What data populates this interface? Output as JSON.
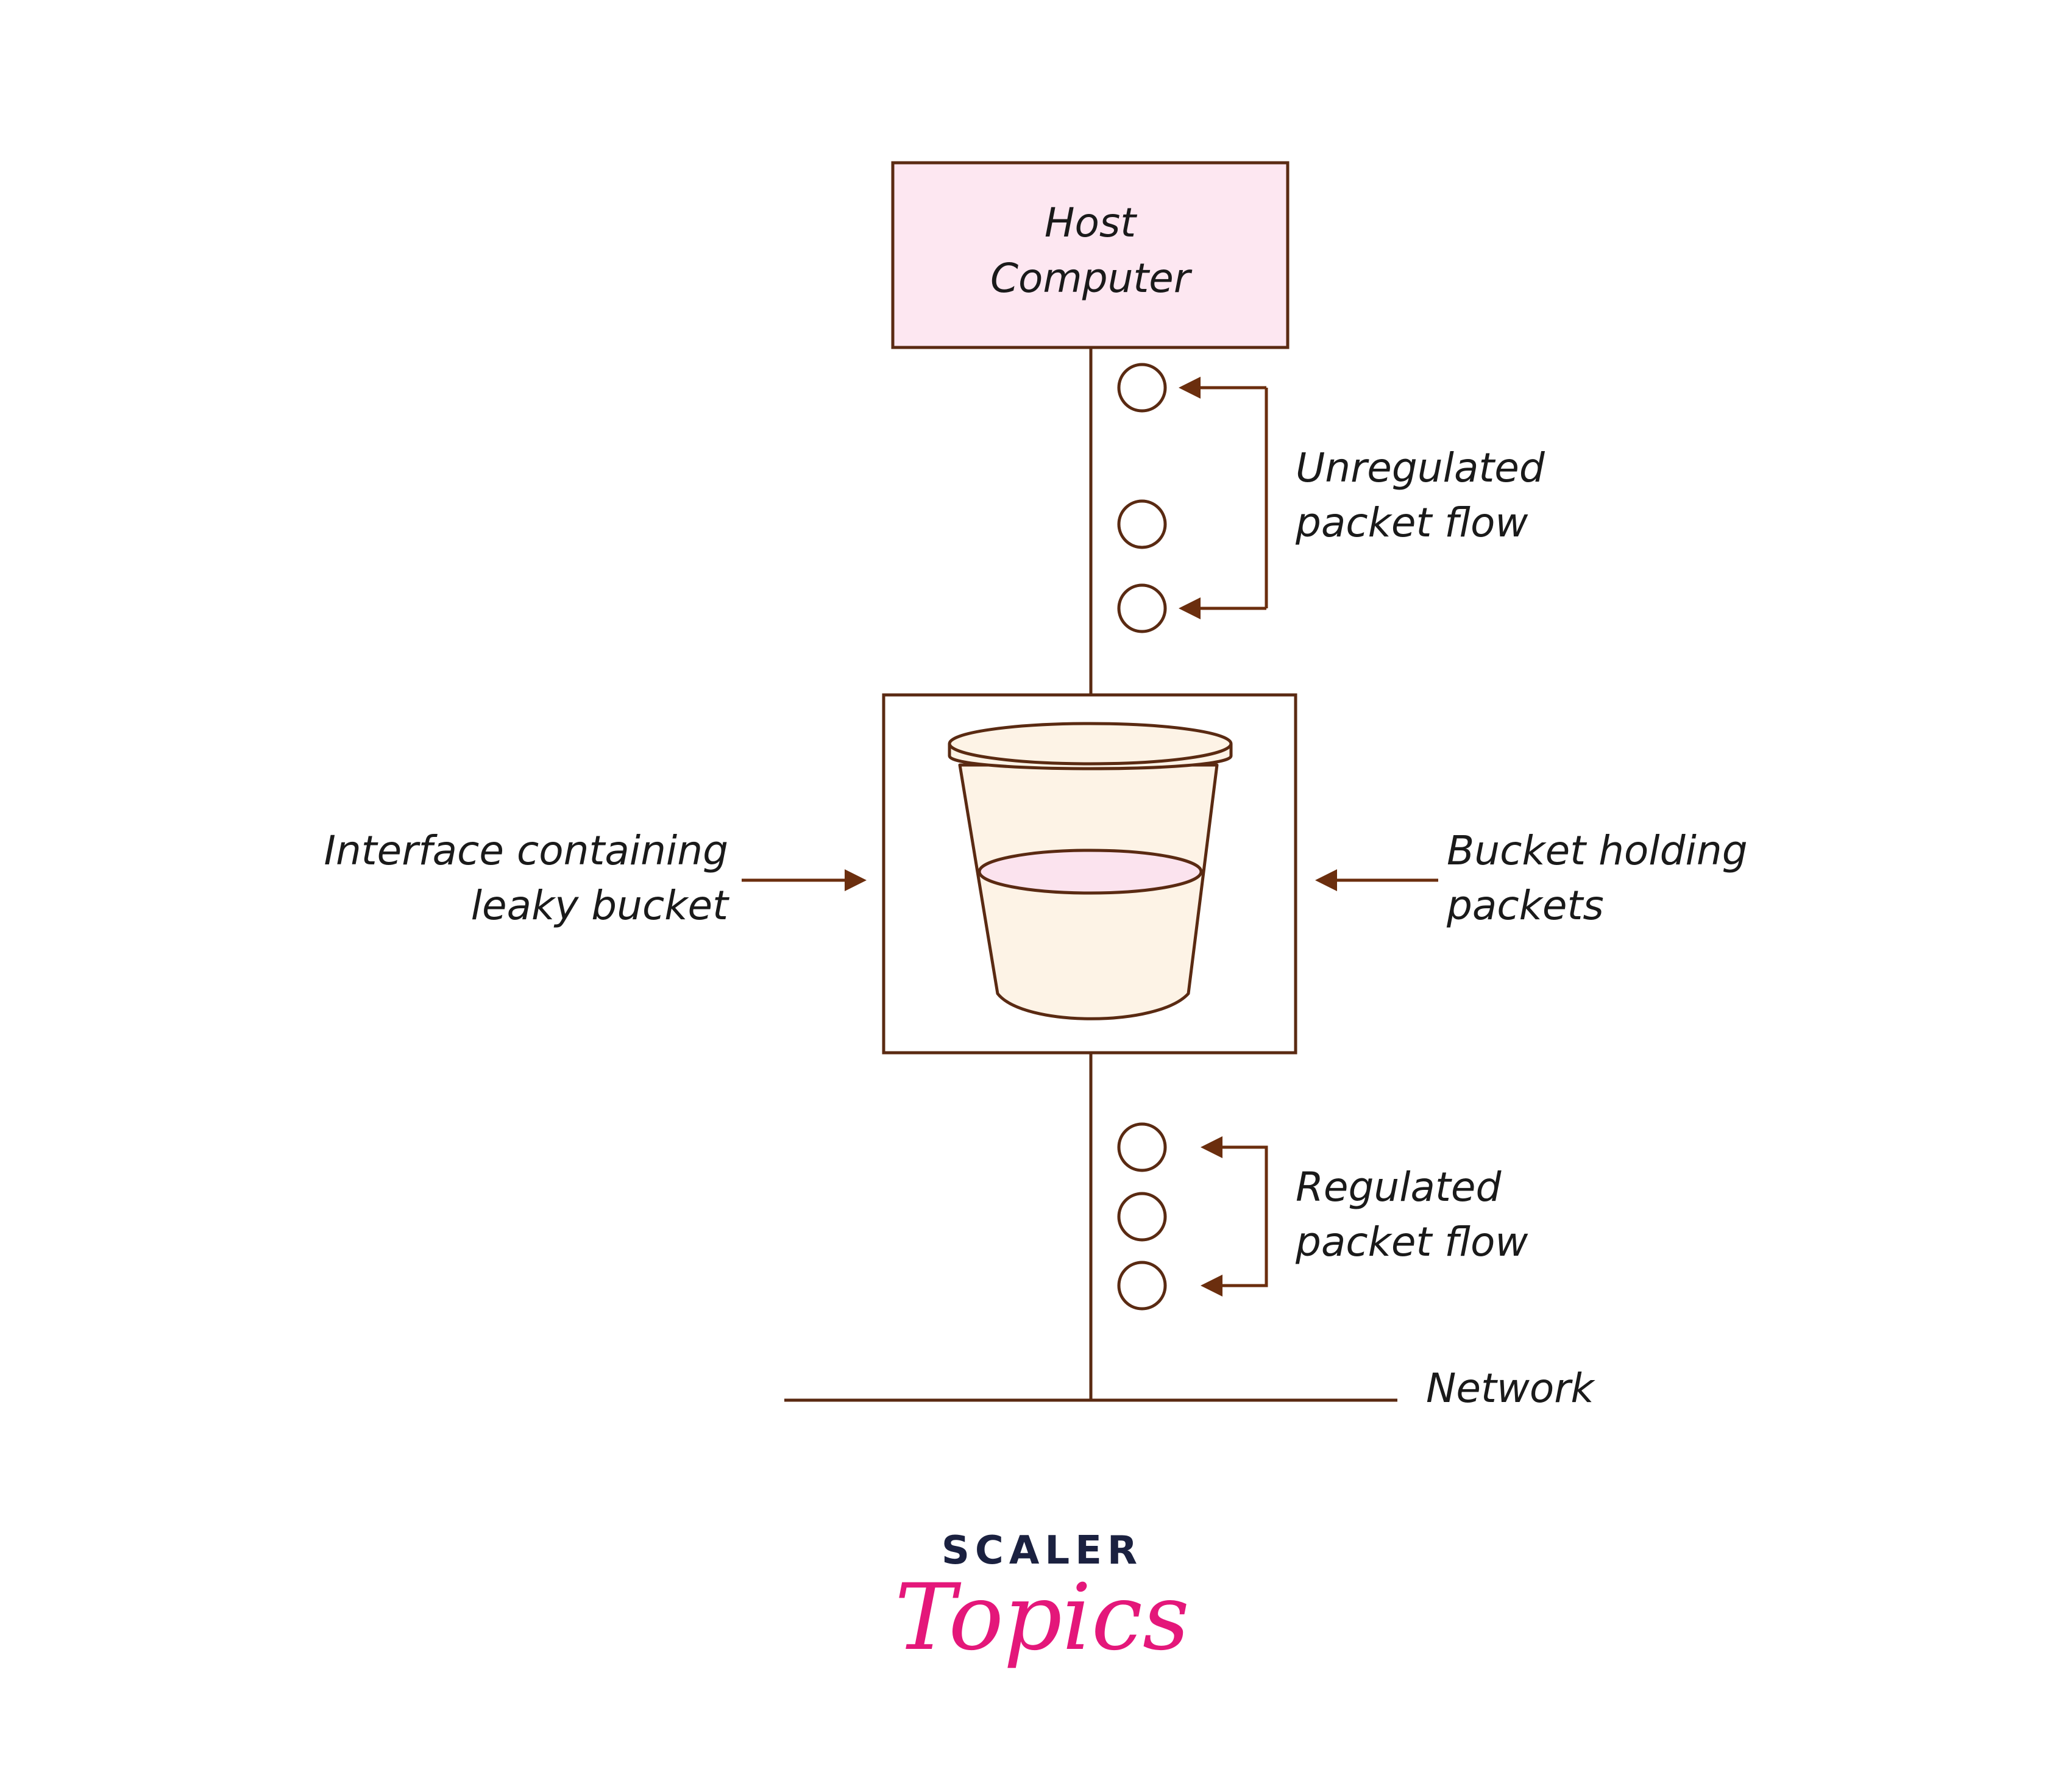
{
  "host": {
    "line1": "Host",
    "line2": "Computer"
  },
  "unregulated": {
    "line1": "Unregulated",
    "line2": "packet flow"
  },
  "interface": {
    "line1": "Interface containing",
    "line2": "leaky bucket"
  },
  "bucket": {
    "line1": "Bucket holding",
    "line2": "packets"
  },
  "regulated": {
    "line1": "Regulated",
    "line2": "packet flow"
  },
  "network": {
    "label": "Network"
  },
  "logo": {
    "brand": "SCALER",
    "product": "Topics"
  },
  "colors": {
    "stroke": "#5a2a12",
    "arrow": "#6b2e0e",
    "host_fill": "#fde7f1",
    "bucket_fill": "#fdf3e6",
    "water_fill": "#fbe3ee",
    "logo_dark": "#1b2140",
    "logo_pink": "#e4177a"
  }
}
